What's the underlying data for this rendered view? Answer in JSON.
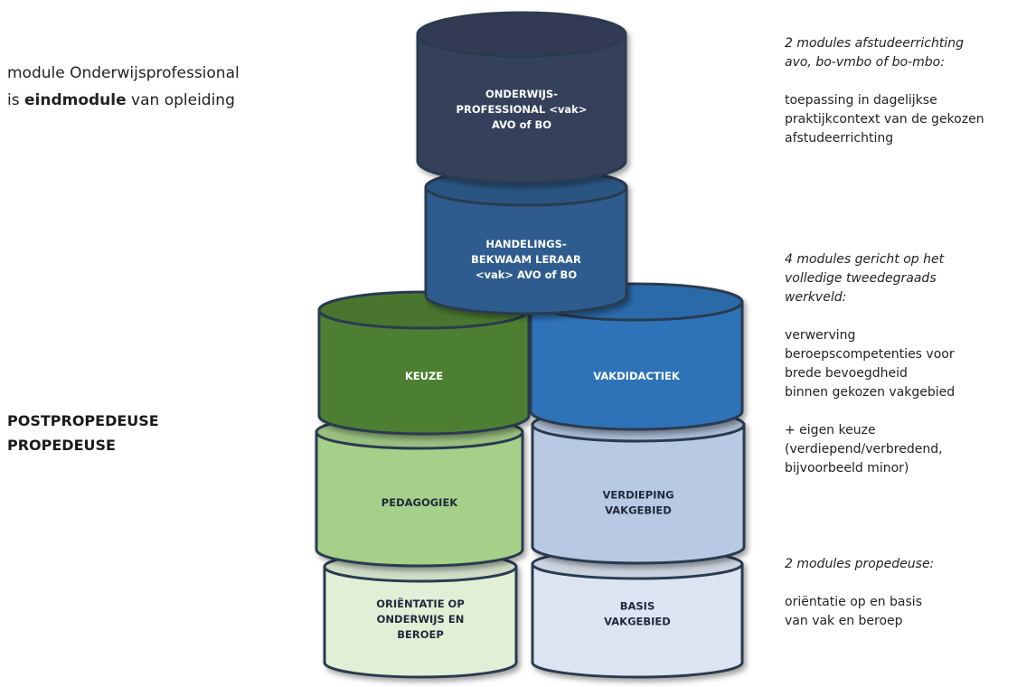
{
  "left": {
    "module_line1": "module Onderwijsprofessional",
    "module_line2_pre": "is ",
    "module_line2_bold": "eindmodule",
    "module_line2_post": " van opleiding",
    "phase_post": "POSTPROPEDEUSE",
    "phase_pre": "PROPEDEUSE"
  },
  "cylinders": {
    "top": [
      "ONDERWIJS-",
      "PROFESSIONAL <vak>",
      "AVO of BO"
    ],
    "handelings": [
      "HANDELINGS-",
      "BEKWAAM LERAAR",
      "<vak> AVO of BO"
    ],
    "keuze": [
      "KEUZE"
    ],
    "vakdidactiek": [
      "VAKDIDACTIEK"
    ],
    "pedagogiek": [
      "PEDAGOGIEK"
    ],
    "verdieping": [
      "VERDIEPING",
      "VAKGEBIED"
    ],
    "orientatie": [
      "ORIËNTATIE OP",
      "ONDERWIJS EN",
      "BEROEP"
    ],
    "basis": [
      "BASIS",
      "VAKGEBIED"
    ]
  },
  "colors": {
    "top": "#34405a",
    "handelings": "#2e5b8e",
    "keuze": "#4e7f31",
    "vakdidactiek": "#2f73b8",
    "pedagogiek": "#a6d08a",
    "verdieping": "#b8c9e4",
    "orientatie": "#e1efd7",
    "basis": "#dce4f2",
    "outline": "#2c3b4f"
  },
  "right": {
    "block1_title": [
      "2 modules afstudeerrichting",
      "avo, bo-vmbo of bo-mbo:"
    ],
    "block1_text": [
      "toepassing in dagelijkse",
      "praktijkcontext van de gekozen",
      "afstudeerrichting"
    ],
    "block2_title": [
      "4 modules gericht op het",
      "volledige tweedegraads",
      "werkveld:"
    ],
    "block2_text": [
      "verwerving",
      "beroepscompetenties voor",
      "brede  bevoegdheid",
      "binnen gekozen vakgebied"
    ],
    "block2_extra": [
      "+ eigen keuze",
      "(verdiepend/verbredend,",
      "bijvoorbeeld minor)"
    ],
    "block3_title": [
      "2 modules propedeuse:"
    ],
    "block3_text": [
      "oriëntatie op en basis",
      "van vak en beroep"
    ]
  }
}
